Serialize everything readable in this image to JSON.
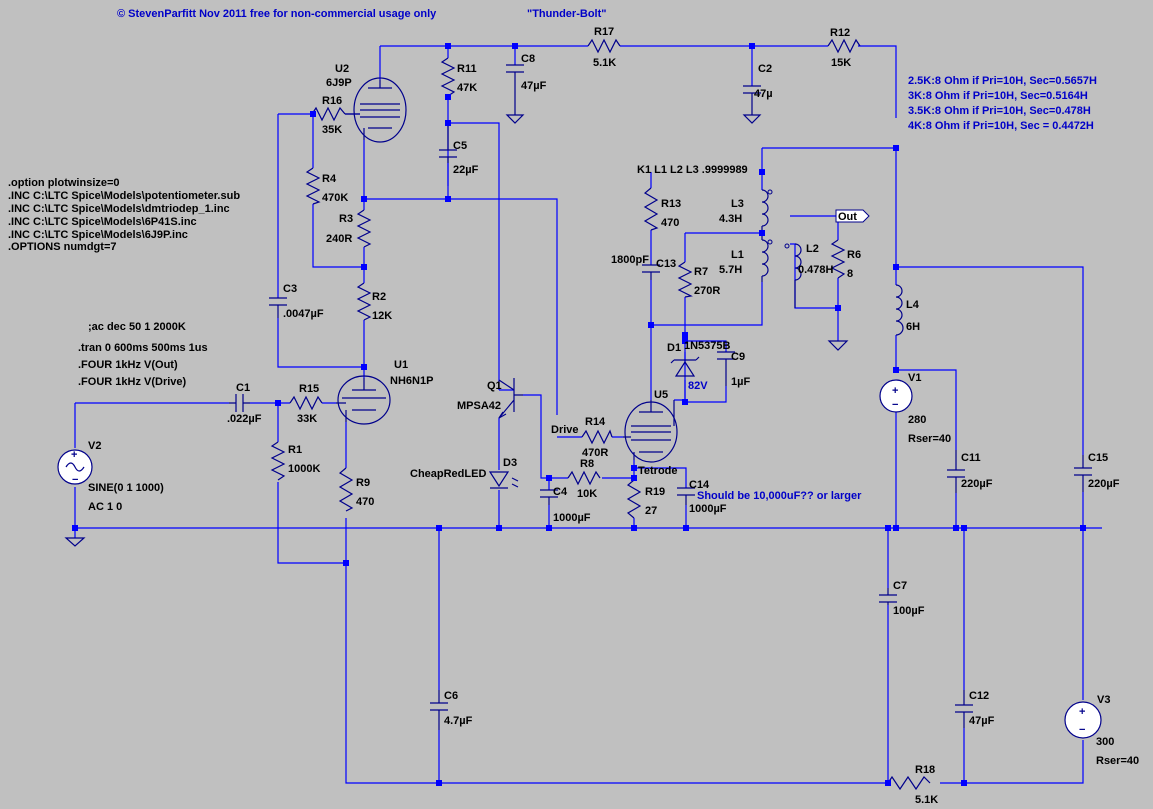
{
  "header": {
    "copyright": "© StevenParfitt Nov 2011 free for non-commercial usage only",
    "title": "\"Thunder-Bolt\""
  },
  "directives": {
    "lines": [
      ".option plotwinsize=0",
      ".INC C:\\LTC Spice\\Models\\potentiometer.sub",
      ".INC C:\\LTC Spice\\Models\\dmtriodep_1.inc",
      ".INC C:\\LTC Spice\\Models\\6P41S.inc",
      ".INC C:\\LTC Spice\\Models\\6J9P.inc",
      ".OPTIONS numdgt=7"
    ],
    "ac": ";ac dec 50 1 2000K",
    "tran": ".tran 0 600ms 500ms 1us",
    "four_out": ".FOUR 1kHz V(Out)",
    "four_drive": ".FOUR 1kHz V(Drive)"
  },
  "transformer_notes": [
    "2.5K:8 Ohm if Pri=10H, Sec=0.5657H",
    "3K:8 Ohm if Pri=10H, Sec=0.5164H",
    "3.5K:8 Ohm if Pri=10H, Sec=0.478H",
    "4K:8 Ohm if Pri=10H, Sec = 0.4472H"
  ],
  "coupling": "K1 L1 L2  L3 .9999989",
  "c14_note": "Should be 10,000uF?? or larger",
  "net_labels": {
    "out": "Out",
    "drive": "Drive",
    "tetrode": "Tetrode"
  },
  "colors": {
    "background": "#c0c0c0",
    "wire": "#0000ff",
    "component": "#00008b",
    "note": "#0000c8"
  },
  "components": {
    "U2": {
      "ref": "U2",
      "model": "6J9P"
    },
    "U1": {
      "ref": "U1",
      "model": "NH6N1P"
    },
    "U5": {
      "ref": "U5"
    },
    "Q1": {
      "ref": "Q1",
      "model": "MPSA42"
    },
    "D1": {
      "ref": "D1",
      "model": "1N5375B",
      "note": "82V"
    },
    "D3": {
      "ref": "D3",
      "model": "CheapRedLED"
    },
    "R1": {
      "ref": "R1",
      "value": "1000K"
    },
    "R2": {
      "ref": "R2",
      "value": "12K"
    },
    "R3": {
      "ref": "R3",
      "value": "240R"
    },
    "R4": {
      "ref": "R4",
      "value": "470K"
    },
    "R6": {
      "ref": "R6",
      "value": "8"
    },
    "R7": {
      "ref": "R7",
      "value": "270R"
    },
    "R8": {
      "ref": "R8",
      "value": "10K"
    },
    "R9": {
      "ref": "R9",
      "value": "470"
    },
    "R11": {
      "ref": "R11",
      "value": "47K"
    },
    "R12": {
      "ref": "R12",
      "value": "15K"
    },
    "R13": {
      "ref": "R13",
      "value": "470"
    },
    "R14": {
      "ref": "R14",
      "value": "470R"
    },
    "R15": {
      "ref": "R15",
      "value": "33K"
    },
    "R16": {
      "ref": "R16",
      "value": "35K"
    },
    "R17": {
      "ref": "R17",
      "value": "5.1K"
    },
    "R18": {
      "ref": "R18",
      "value": "5.1K"
    },
    "R19": {
      "ref": "R19",
      "value": "27"
    },
    "C1": {
      "ref": "C1",
      "value": ".022µF"
    },
    "C2": {
      "ref": "C2",
      "value": "47µ"
    },
    "C3": {
      "ref": "C3",
      "value": ".0047µF"
    },
    "C4": {
      "ref": "C4",
      "value": "1000µF"
    },
    "C5": {
      "ref": "C5",
      "value": "22µF"
    },
    "C6": {
      "ref": "C6",
      "value": "4.7µF"
    },
    "C7": {
      "ref": "C7",
      "value": "100µF"
    },
    "C8": {
      "ref": "C8",
      "value": "47µF"
    },
    "C9": {
      "ref": "C9",
      "value": "1µF"
    },
    "C11": {
      "ref": "C11",
      "value": "220µF"
    },
    "C12": {
      "ref": "C12",
      "value": "47µF"
    },
    "C13": {
      "ref": "C13",
      "value": "1800pF"
    },
    "C14": {
      "ref": "C14",
      "value": "1000µF"
    },
    "C15": {
      "ref": "C15",
      "value": "220µF"
    },
    "L1": {
      "ref": "L1",
      "value": "5.7H"
    },
    "L2": {
      "ref": "L2",
      "value": "0.478H"
    },
    "L3": {
      "ref": "L3",
      "value": "4.3H"
    },
    "L4": {
      "ref": "L4",
      "value": "6H"
    },
    "V1": {
      "ref": "V1",
      "value": "280",
      "extra": "Rser=40"
    },
    "V2": {
      "ref": "V2",
      "value": "SINE(0 1 1000)",
      "extra": "AC 1 0"
    },
    "V3": {
      "ref": "V3",
      "value": "300",
      "extra": "Rser=40"
    }
  }
}
